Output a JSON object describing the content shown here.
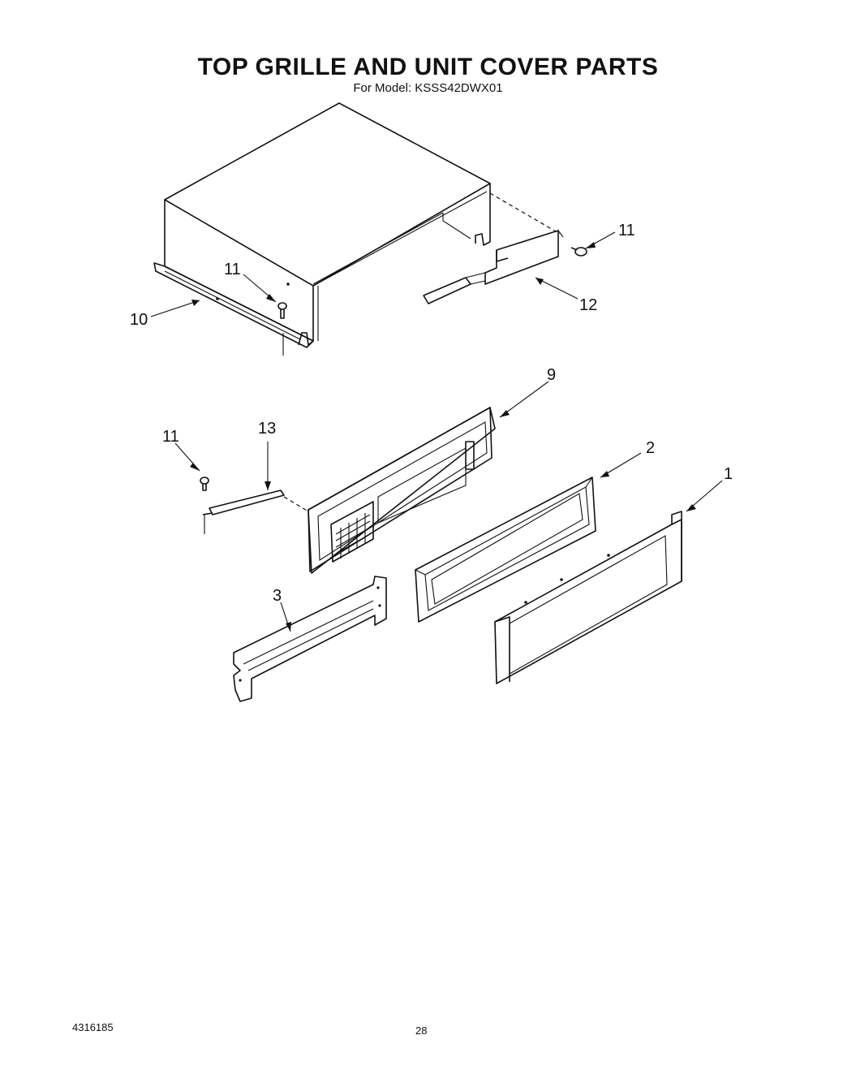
{
  "header": {
    "title": "TOP GRILLE AND UNIT COVER PARTS",
    "model_line": "For Model: KSSS42DWX01"
  },
  "footer": {
    "document_number": "4316185",
    "page_number": "28"
  },
  "callouts": {
    "c1": "1",
    "c2": "2",
    "c3": "3",
    "c9": "9",
    "c10": "10",
    "c11_top_right": "11",
    "c11_top_left": "11",
    "c11_lower_left": "11",
    "c12": "12",
    "c13": "13"
  }
}
